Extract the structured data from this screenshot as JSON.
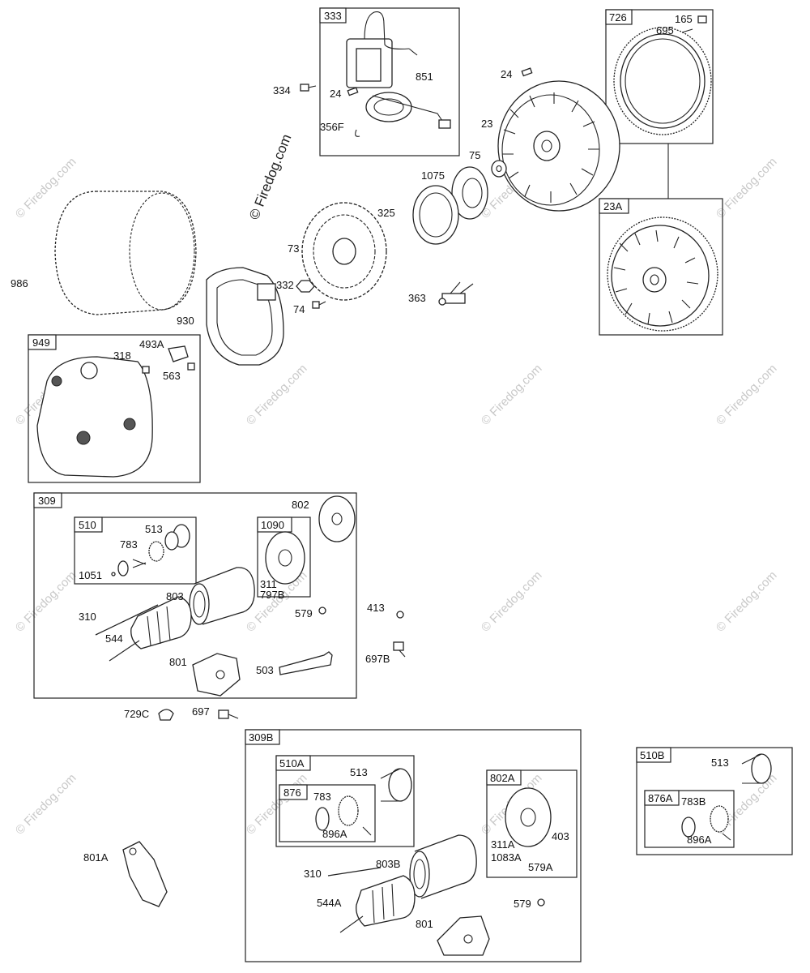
{
  "watermark": {
    "main": "© Firedog.com",
    "faint": "© Firedog.com"
  },
  "groups": [
    {
      "key": "g333",
      "label": "333"
    },
    {
      "key": "g726",
      "label": "726"
    },
    {
      "key": "g23A",
      "label": "23A"
    },
    {
      "key": "g949",
      "label": "949"
    },
    {
      "key": "g309",
      "label": "309"
    },
    {
      "key": "g510",
      "label": "510"
    },
    {
      "key": "g1090",
      "label": "1090"
    },
    {
      "key": "g309B",
      "label": "309B"
    },
    {
      "key": "g510A",
      "label": "510A"
    },
    {
      "key": "g876",
      "label": "876"
    },
    {
      "key": "g802A",
      "label": "802A"
    },
    {
      "key": "g510B",
      "label": "510B"
    },
    {
      "key": "g876A",
      "label": "876A"
    }
  ],
  "parts": [
    "851",
    "334",
    "24",
    "356F",
    "165",
    "695",
    "24",
    "23",
    "75",
    "1075",
    "325",
    "986",
    "73",
    "332",
    "74",
    "930",
    "363",
    "318",
    "493A",
    "563",
    "802",
    "513",
    "783",
    "1051",
    "311",
    "797B",
    "803",
    "310",
    "544",
    "579",
    "413",
    "801",
    "503",
    "697B",
    "729C",
    "697",
    "513",
    "783",
    "896A",
    "403",
    "311A",
    "1083A",
    "579A",
    "801A",
    "803B",
    "310",
    "544A",
    "579",
    "801",
    "513",
    "783B",
    "896A"
  ]
}
